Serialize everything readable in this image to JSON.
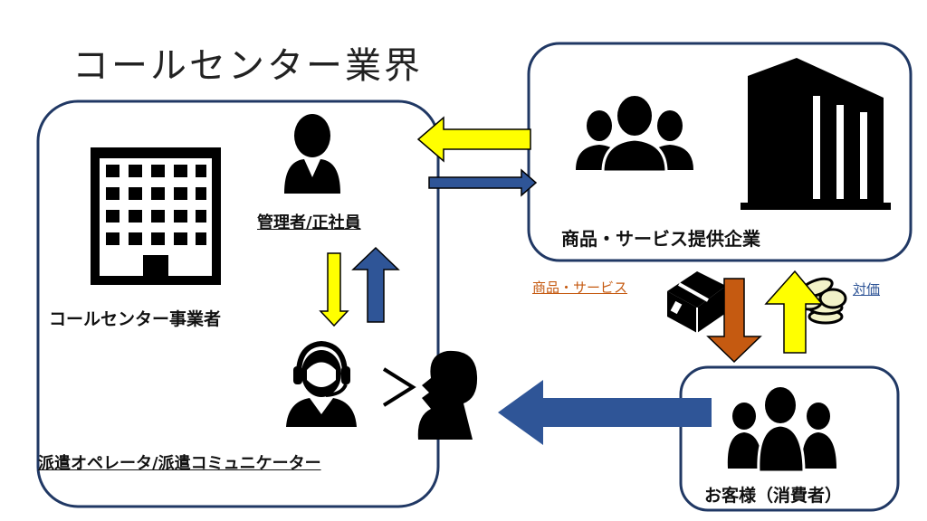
{
  "title": "コールセンター業界",
  "labels": {
    "manager": "管理者/正社員",
    "call_center_business": "コールセンター事業者",
    "operator": "派遣オペレータ/派遣コミュニケーター",
    "provider": "商品・サービス提供企業",
    "customer": "お客様（消費者）",
    "goods_services": "商品・サービス",
    "payment": "対価"
  },
  "colors": {
    "box_border": "#203864",
    "arrow_yellow": "#ffff00",
    "arrow_blue": "#2f5597",
    "arrow_orange": "#c55a11",
    "arrow_outline": "#000000"
  },
  "icons": [
    "office-building-icon",
    "manager-person-icon",
    "operator-headset-icon",
    "speech-gesture-icon",
    "speaking-person-icon",
    "group-people-icon",
    "company-building-icon",
    "customer-group-icon",
    "package-box-icon",
    "coins-icon"
  ]
}
